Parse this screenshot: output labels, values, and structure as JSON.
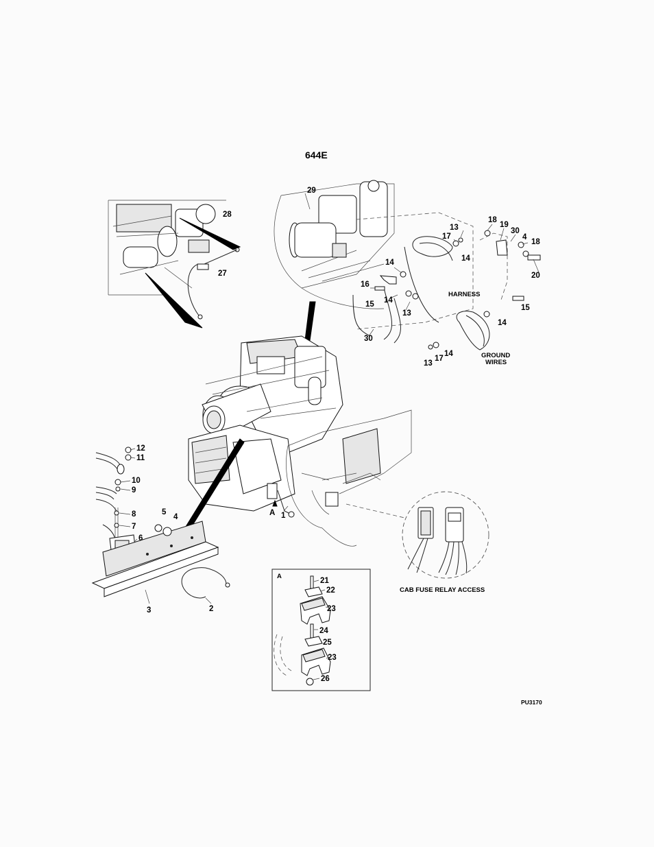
{
  "title": "644E",
  "drawing_code": "PU3170",
  "detail_letter": "A",
  "labels": {
    "harness": "HARNESS",
    "ground_wires_1": "GROUND",
    "ground_wires_2": "WIRES",
    "cab_fuse_relay_access": "CAB FUSE RELAY ACCESS"
  },
  "callouts": {
    "c1": "1",
    "c2": "2",
    "c3": "3",
    "c4": "4",
    "c5": "5",
    "c6": "6",
    "c7": "7",
    "c8": "8",
    "c9": "9",
    "c10": "10",
    "c11": "11",
    "c12": "12",
    "c13": "13",
    "c14": "14",
    "c15": "15",
    "c16": "16",
    "c17": "17",
    "c18": "18",
    "c19": "19",
    "c20": "20",
    "c21": "21",
    "c22": "22",
    "c23": "23",
    "c24": "24",
    "c25": "25",
    "c26": "26",
    "c27": "27",
    "c28": "28",
    "c29": "29",
    "c30": "30"
  }
}
